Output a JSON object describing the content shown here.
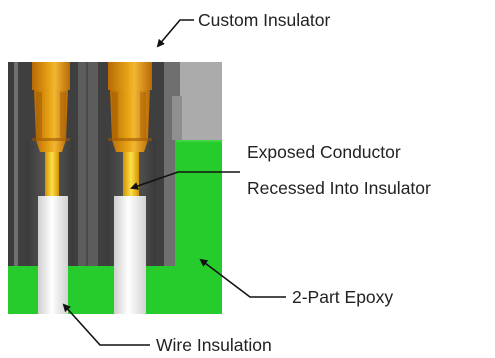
{
  "labels": {
    "custom_insulator": "Custom Insulator",
    "exposed_conductor_line1": "Exposed Conductor",
    "exposed_conductor_line2": "Recessed Into Insulator",
    "two_part_epoxy": "2-Part Epoxy",
    "wire_insulation": "Wire Insulation"
  },
  "colors": {
    "insulator_dark": "#454545",
    "insulator_housing": "#777777",
    "insulator_gray": "#a9a9a9",
    "conductor_gold": "#e3a10c",
    "conductor_orange": "#c9780a",
    "wire_white": "#f3f3f3",
    "epoxy_green": "#25cc2c",
    "leader_line": "#111111"
  }
}
